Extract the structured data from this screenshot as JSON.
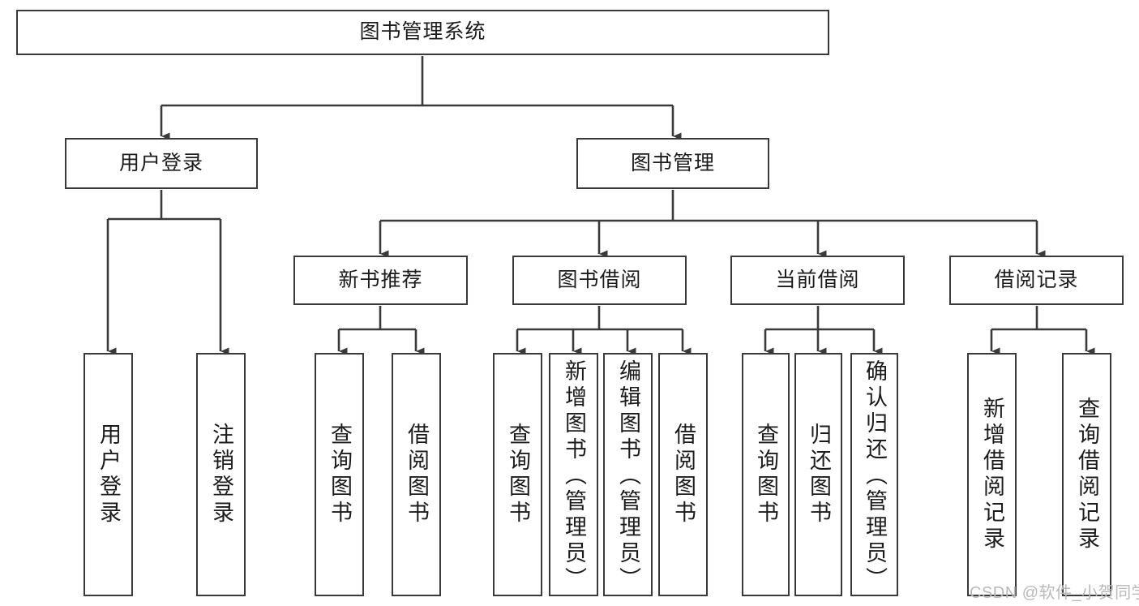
{
  "diagram": {
    "title": "图书管理系统",
    "type": "tree-hierarchy-chart",
    "orientation": "top-down",
    "line_color": "#3a3a3a",
    "box_fill": "#ffffff",
    "text_color": "#1b1b1b"
  },
  "root": {
    "label": "图书管理系统"
  },
  "level2": [
    {
      "label": "用户登录"
    },
    {
      "label": "图书管理"
    }
  ],
  "level3": [
    {
      "label": "新书推荐"
    },
    {
      "label": "图书借阅"
    },
    {
      "label": "当前借阅"
    },
    {
      "label": "借阅记录"
    }
  ],
  "leaves": {
    "user_login": [
      {
        "label": "用户登录"
      },
      {
        "label": "注销登录"
      }
    ],
    "new_book_recommend": [
      {
        "label": "查询图书"
      },
      {
        "label": "借阅图书"
      }
    ],
    "book_borrow": [
      {
        "label": "查询图书"
      },
      {
        "label": "新增图书（管理员）"
      },
      {
        "label": "编辑图书（管理员）"
      },
      {
        "label": "借阅图书"
      }
    ],
    "current_borrow": [
      {
        "label": "查询图书"
      },
      {
        "label": "归还图书"
      },
      {
        "label": "确认归还（管理员）"
      }
    ],
    "borrow_record": [
      {
        "label": "新增借阅记录"
      },
      {
        "label": "查询借阅记录"
      }
    ]
  },
  "watermark": {
    "text": "CSDN @软件_小贺同学"
  }
}
